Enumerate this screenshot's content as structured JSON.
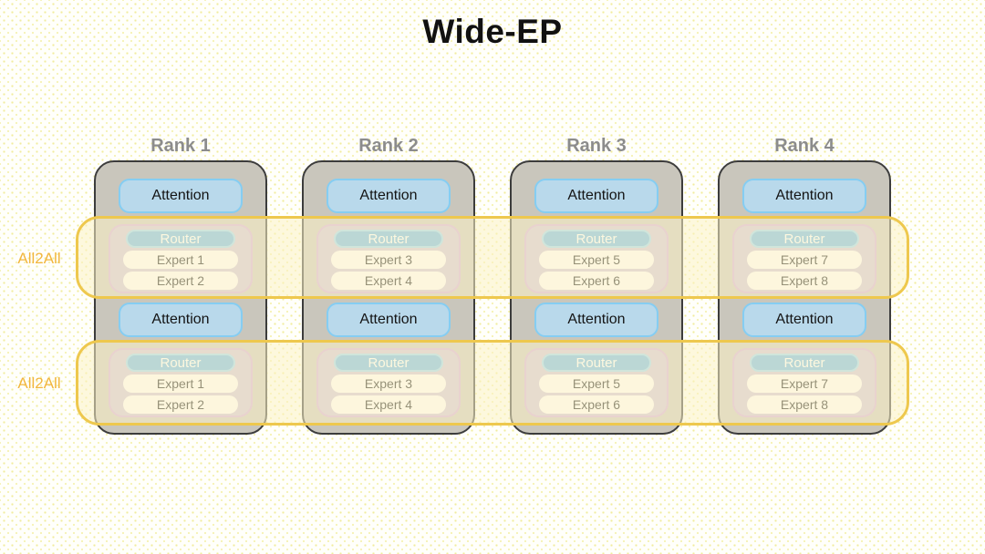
{
  "title": "Wide-EP",
  "bands": [
    {
      "label": "All2All"
    },
    {
      "label": "All2All"
    }
  ],
  "ranks": [
    {
      "label": "Rank 1",
      "layers": [
        {
          "attention": "Attention",
          "router": "Router",
          "experts": [
            "Expert 1",
            "Expert 2"
          ]
        },
        {
          "attention": "Attention",
          "router": "Router",
          "experts": [
            "Expert 1",
            "Expert 2"
          ]
        }
      ]
    },
    {
      "label": "Rank 2",
      "layers": [
        {
          "attention": "Attention",
          "router": "Router",
          "experts": [
            "Expert 3",
            "Expert 4"
          ]
        },
        {
          "attention": "Attention",
          "router": "Router",
          "experts": [
            "Expert 3",
            "Expert 4"
          ]
        }
      ]
    },
    {
      "label": "Rank 3",
      "layers": [
        {
          "attention": "Attention",
          "router": "Router",
          "experts": [
            "Expert 5",
            "Expert 6"
          ]
        },
        {
          "attention": "Attention",
          "router": "Router",
          "experts": [
            "Expert 5",
            "Expert 6"
          ]
        }
      ]
    },
    {
      "label": "Rank 4",
      "layers": [
        {
          "attention": "Attention",
          "router": "Router",
          "experts": [
            "Expert 7",
            "Expert 8"
          ]
        },
        {
          "attention": "Attention",
          "router": "Router",
          "experts": [
            "Expert 7",
            "Expert 8"
          ]
        }
      ]
    }
  ],
  "colors": {
    "band_border": "#eec84e",
    "all2all_text": "#f2b63e",
    "rank_fill": "#c9c6bc",
    "rank_border": "#3c3c3c",
    "rank_label_text": "#8c8c8c",
    "attention_fill": "#b9d9eb",
    "attention_border": "#85cdf2",
    "moe_fill": "#cec2d9",
    "moe_border": "#d2abdb",
    "router_fill": "#6db5e8",
    "expert_fill": "#fefbfb",
    "title_text": "#111111"
  }
}
